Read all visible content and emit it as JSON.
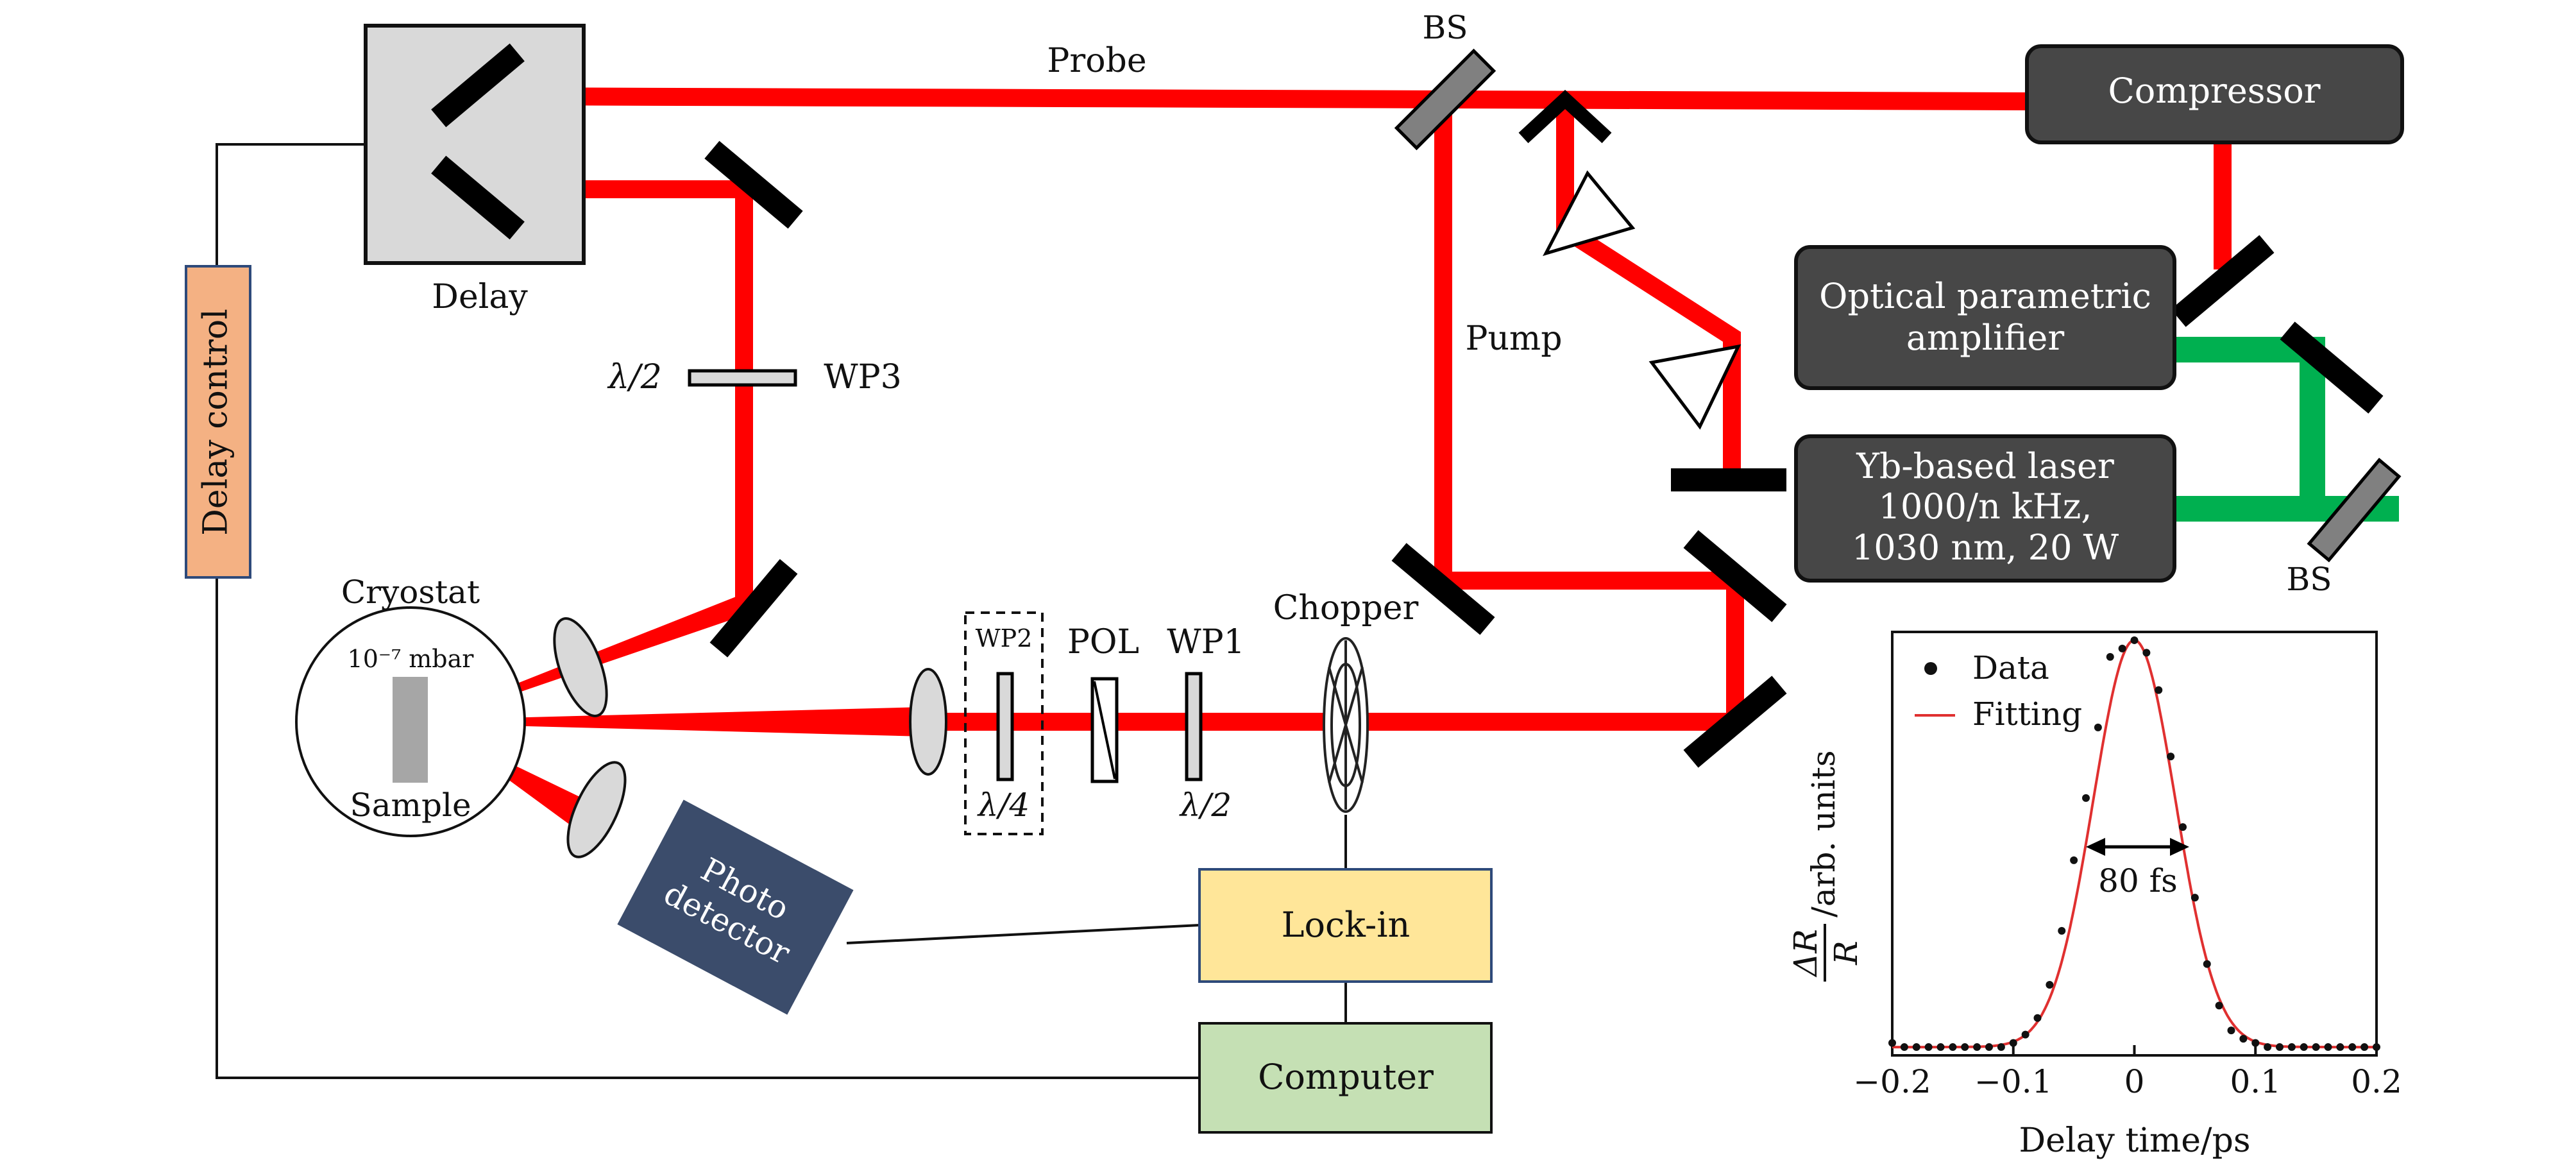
{
  "labels": {
    "delay": "Delay",
    "probe": "Probe",
    "bs_top": "BS",
    "bs_right": "BS",
    "pump": "Pump",
    "delay_control": "Delay control",
    "lambda2_wp3": "λ/2",
    "wp3": "WP3",
    "cryostat": "Cryostat",
    "pressure": "10⁻⁷ mbar",
    "sample": "Sample",
    "photo_line1": "Photo",
    "photo_line2": "detector",
    "wp2": "WP2",
    "pol": "POL",
    "wp1": "WP1",
    "lambda4": "λ/4",
    "lambda2_wp1": "λ/2",
    "chopper": "Chopper",
    "lockin": "Lock-in",
    "computer": "Computer",
    "compressor": "Compressor",
    "opa_line1": "Optical parametric",
    "opa_line2": "amplifier",
    "laser_line1": "Yb-based laser",
    "laser_line2": "1000/n kHz,",
    "laser_line3": "1030 nm, 20 W"
  },
  "colors": {
    "beam_red": "#ff0000",
    "beam_green": "#00b050",
    "dark_box": "#474747",
    "delay_box": "#d9d9d9",
    "delay_control": "#f4b183",
    "photodetector": "#3b4c6b",
    "lockin": "#ffe699",
    "computer": "#c5e0b4",
    "fit_line": "#e03030"
  },
  "chart_data": {
    "type": "scatter",
    "legend": [
      "Data",
      "Fitting"
    ],
    "legend_position": "top-left",
    "xlabel": "Delay time/ps",
    "ylabel_fraction_num": "ΔR",
    "ylabel_fraction_den": "R",
    "ylabel_suffix": "/arb. units",
    "annotation": "80 fs",
    "xlim": [
      -0.2,
      0.2
    ],
    "ylim": [
      0,
      1.02
    ],
    "xticks": [
      "−0.2",
      "−0.1",
      "0",
      "0.1",
      "0.2"
    ],
    "xtick_values": [
      -0.2,
      -0.1,
      0,
      0.1,
      0.2
    ],
    "series": [
      {
        "name": "Data",
        "x": [
          -0.2,
          -0.19,
          -0.18,
          -0.17,
          -0.16,
          -0.15,
          -0.14,
          -0.13,
          -0.12,
          -0.11,
          -0.1,
          -0.09,
          -0.08,
          -0.07,
          -0.06,
          -0.05,
          -0.04,
          -0.03,
          -0.02,
          -0.01,
          0,
          0.01,
          0.02,
          0.03,
          0.04,
          0.05,
          0.06,
          0.07,
          0.08,
          0.09,
          0.1,
          0.11,
          0.12,
          0.13,
          0.14,
          0.15,
          0.16,
          0.17,
          0.18,
          0.19,
          0.2
        ],
        "y": [
          0.03,
          0.02,
          0.02,
          0.02,
          0.02,
          0.02,
          0.02,
          0.02,
          0.02,
          0.02,
          0.03,
          0.05,
          0.09,
          0.17,
          0.3,
          0.47,
          0.62,
          0.79,
          0.96,
          0.98,
          1.0,
          0.97,
          0.88,
          0.72,
          0.55,
          0.38,
          0.22,
          0.12,
          0.06,
          0.04,
          0.03,
          0.02,
          0.02,
          0.02,
          0.02,
          0.02,
          0.02,
          0.02,
          0.02,
          0.02,
          0.02
        ]
      },
      {
        "name": "Fitting",
        "fit_center": 0,
        "fit_fwhm_ps": 0.08,
        "fit_amplitude": 0.98,
        "fit_offset": 0.02
      }
    ]
  }
}
